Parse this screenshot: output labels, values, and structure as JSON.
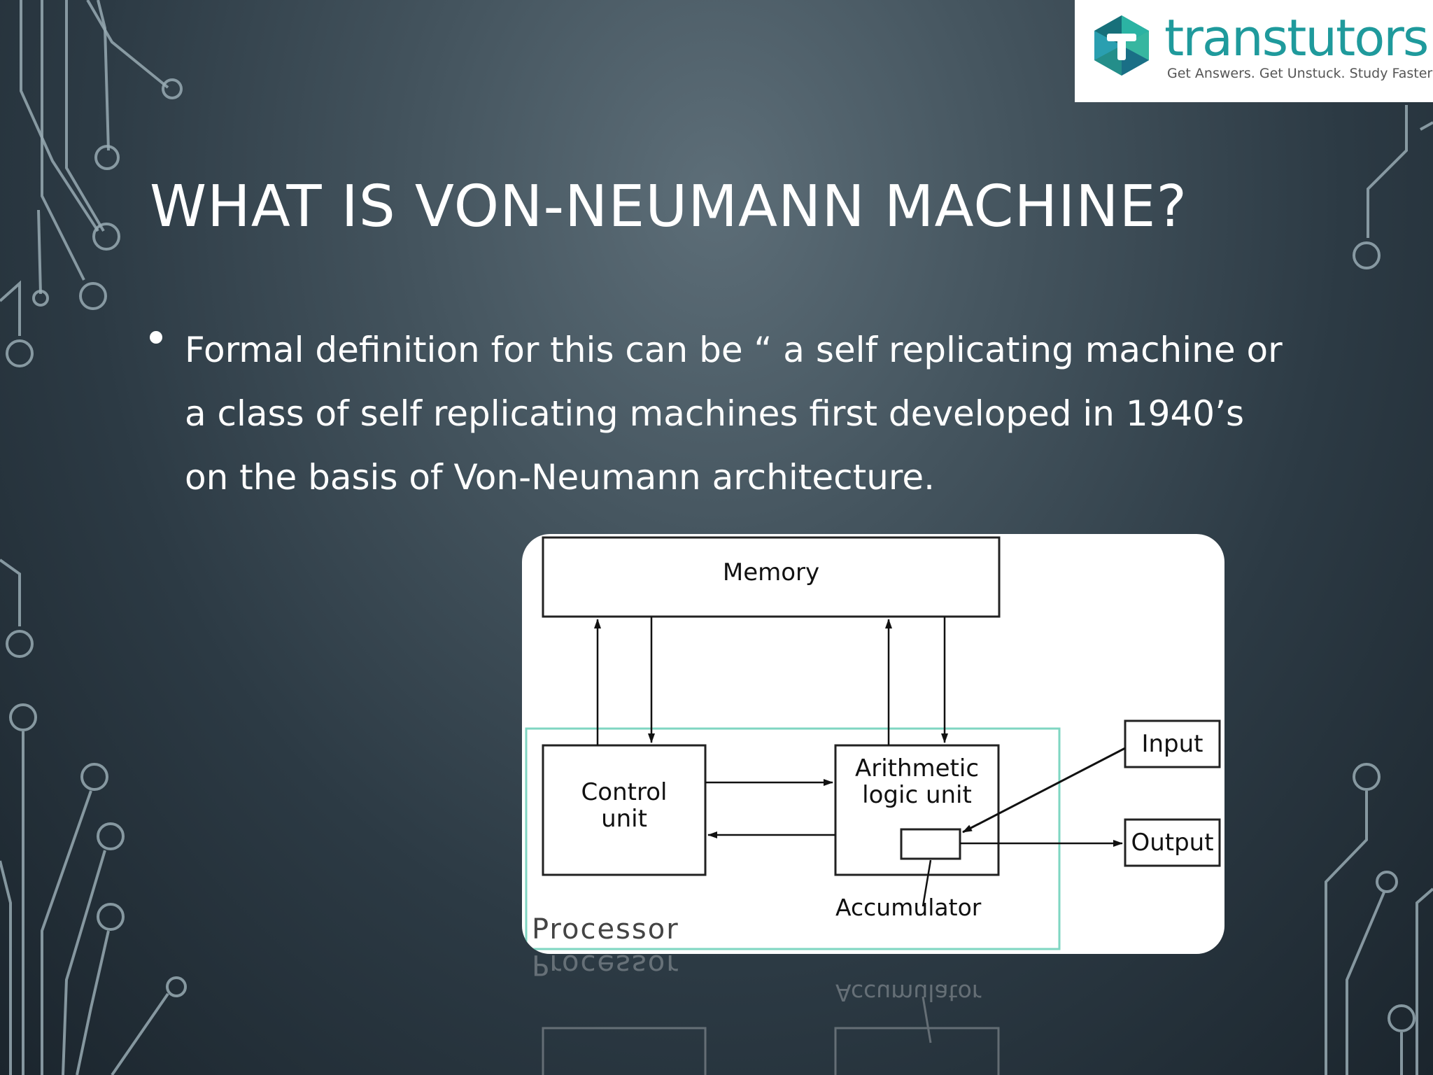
{
  "logo": {
    "name": "transtutors",
    "tagline": "Get Answers. Get Unstuck. Study Faster"
  },
  "slide": {
    "title": "WHAT IS VON-NEUMANN MACHINE?",
    "bullet": "Formal definition for this can be “ a self replicating machine or a class of self replicating machines first developed in 1940’s on the basis of Von-Neumann architecture."
  },
  "diagram": {
    "memory": "Memory",
    "control_line1": "Control",
    "control_line2": "unit",
    "alu_line1": "Arithmetic",
    "alu_line2": "logic unit",
    "input": "Input",
    "output": "Output",
    "accumulator": "Accumulator",
    "processor": "Processor"
  },
  "colors": {
    "accent": "#1f9a9c",
    "processor_border": "#7fd6c2",
    "background_dark": "#1b252d"
  }
}
